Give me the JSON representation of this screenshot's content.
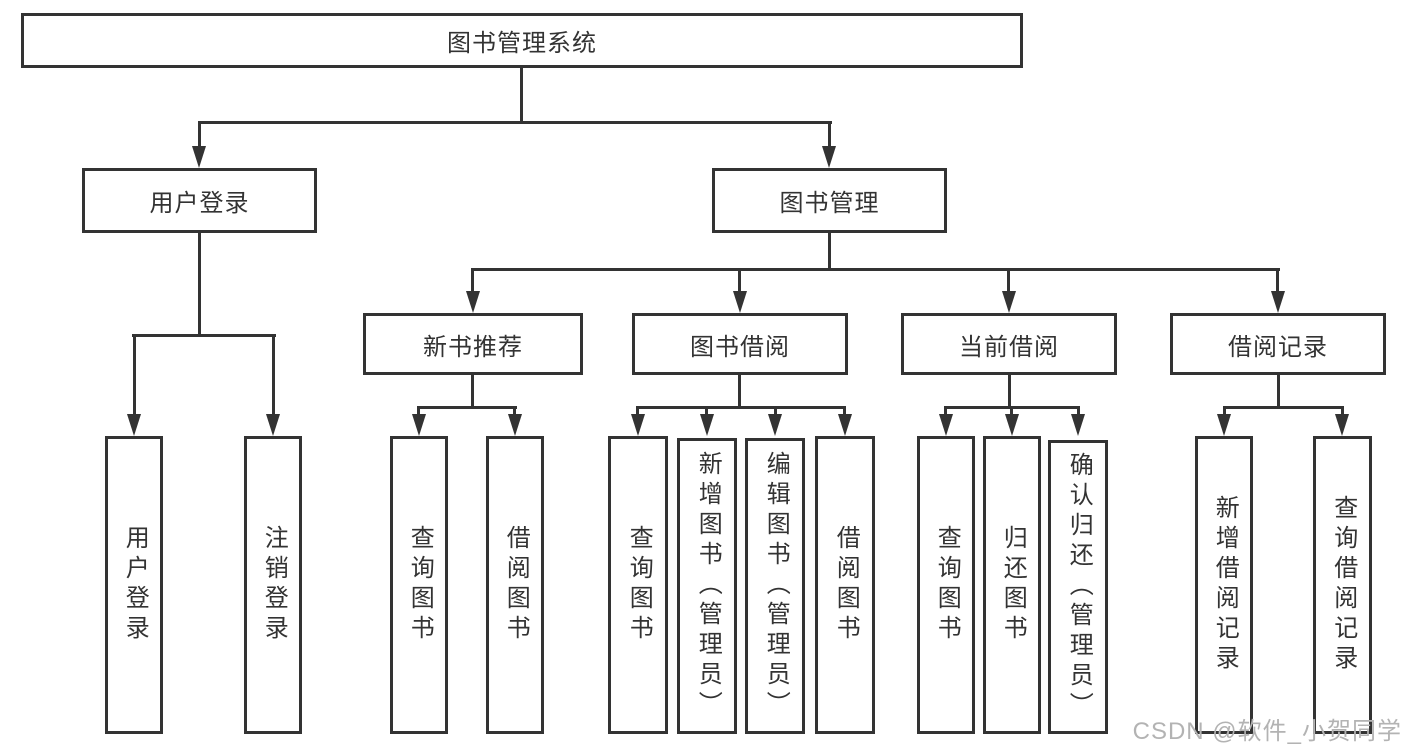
{
  "diagram_title": "图书管理系统",
  "tree": {
    "root": {
      "label": "图书管理系统"
    },
    "branches": [
      {
        "label": "用户登录",
        "leaves": [
          {
            "label": "用户登录"
          },
          {
            "label": "注销登录"
          }
        ]
      },
      {
        "label": "图书管理",
        "groups": [
          {
            "label": "新书推荐",
            "leaves": [
              {
                "label": "查询图书"
              },
              {
                "label": "借阅图书"
              }
            ]
          },
          {
            "label": "图书借阅",
            "leaves": [
              {
                "label": "查询图书"
              },
              {
                "label": "新增图书（管理员）"
              },
              {
                "label": "编辑图书（管理员）"
              },
              {
                "label": "借阅图书"
              }
            ]
          },
          {
            "label": "当前借阅",
            "leaves": [
              {
                "label": "查询图书"
              },
              {
                "label": "归还图书"
              },
              {
                "label": "确认归还（管理员）"
              }
            ]
          },
          {
            "label": "借阅记录",
            "leaves": [
              {
                "label": "新增借阅记录"
              },
              {
                "label": "查询借阅记录"
              }
            ]
          }
        ]
      }
    ]
  },
  "watermark": {
    "text": "CSDN @软件_小贺同学"
  },
  "colors": {
    "line": "#333333",
    "text": "#333333",
    "watermark": "#b3b3b3",
    "background": "#ffffff"
  }
}
